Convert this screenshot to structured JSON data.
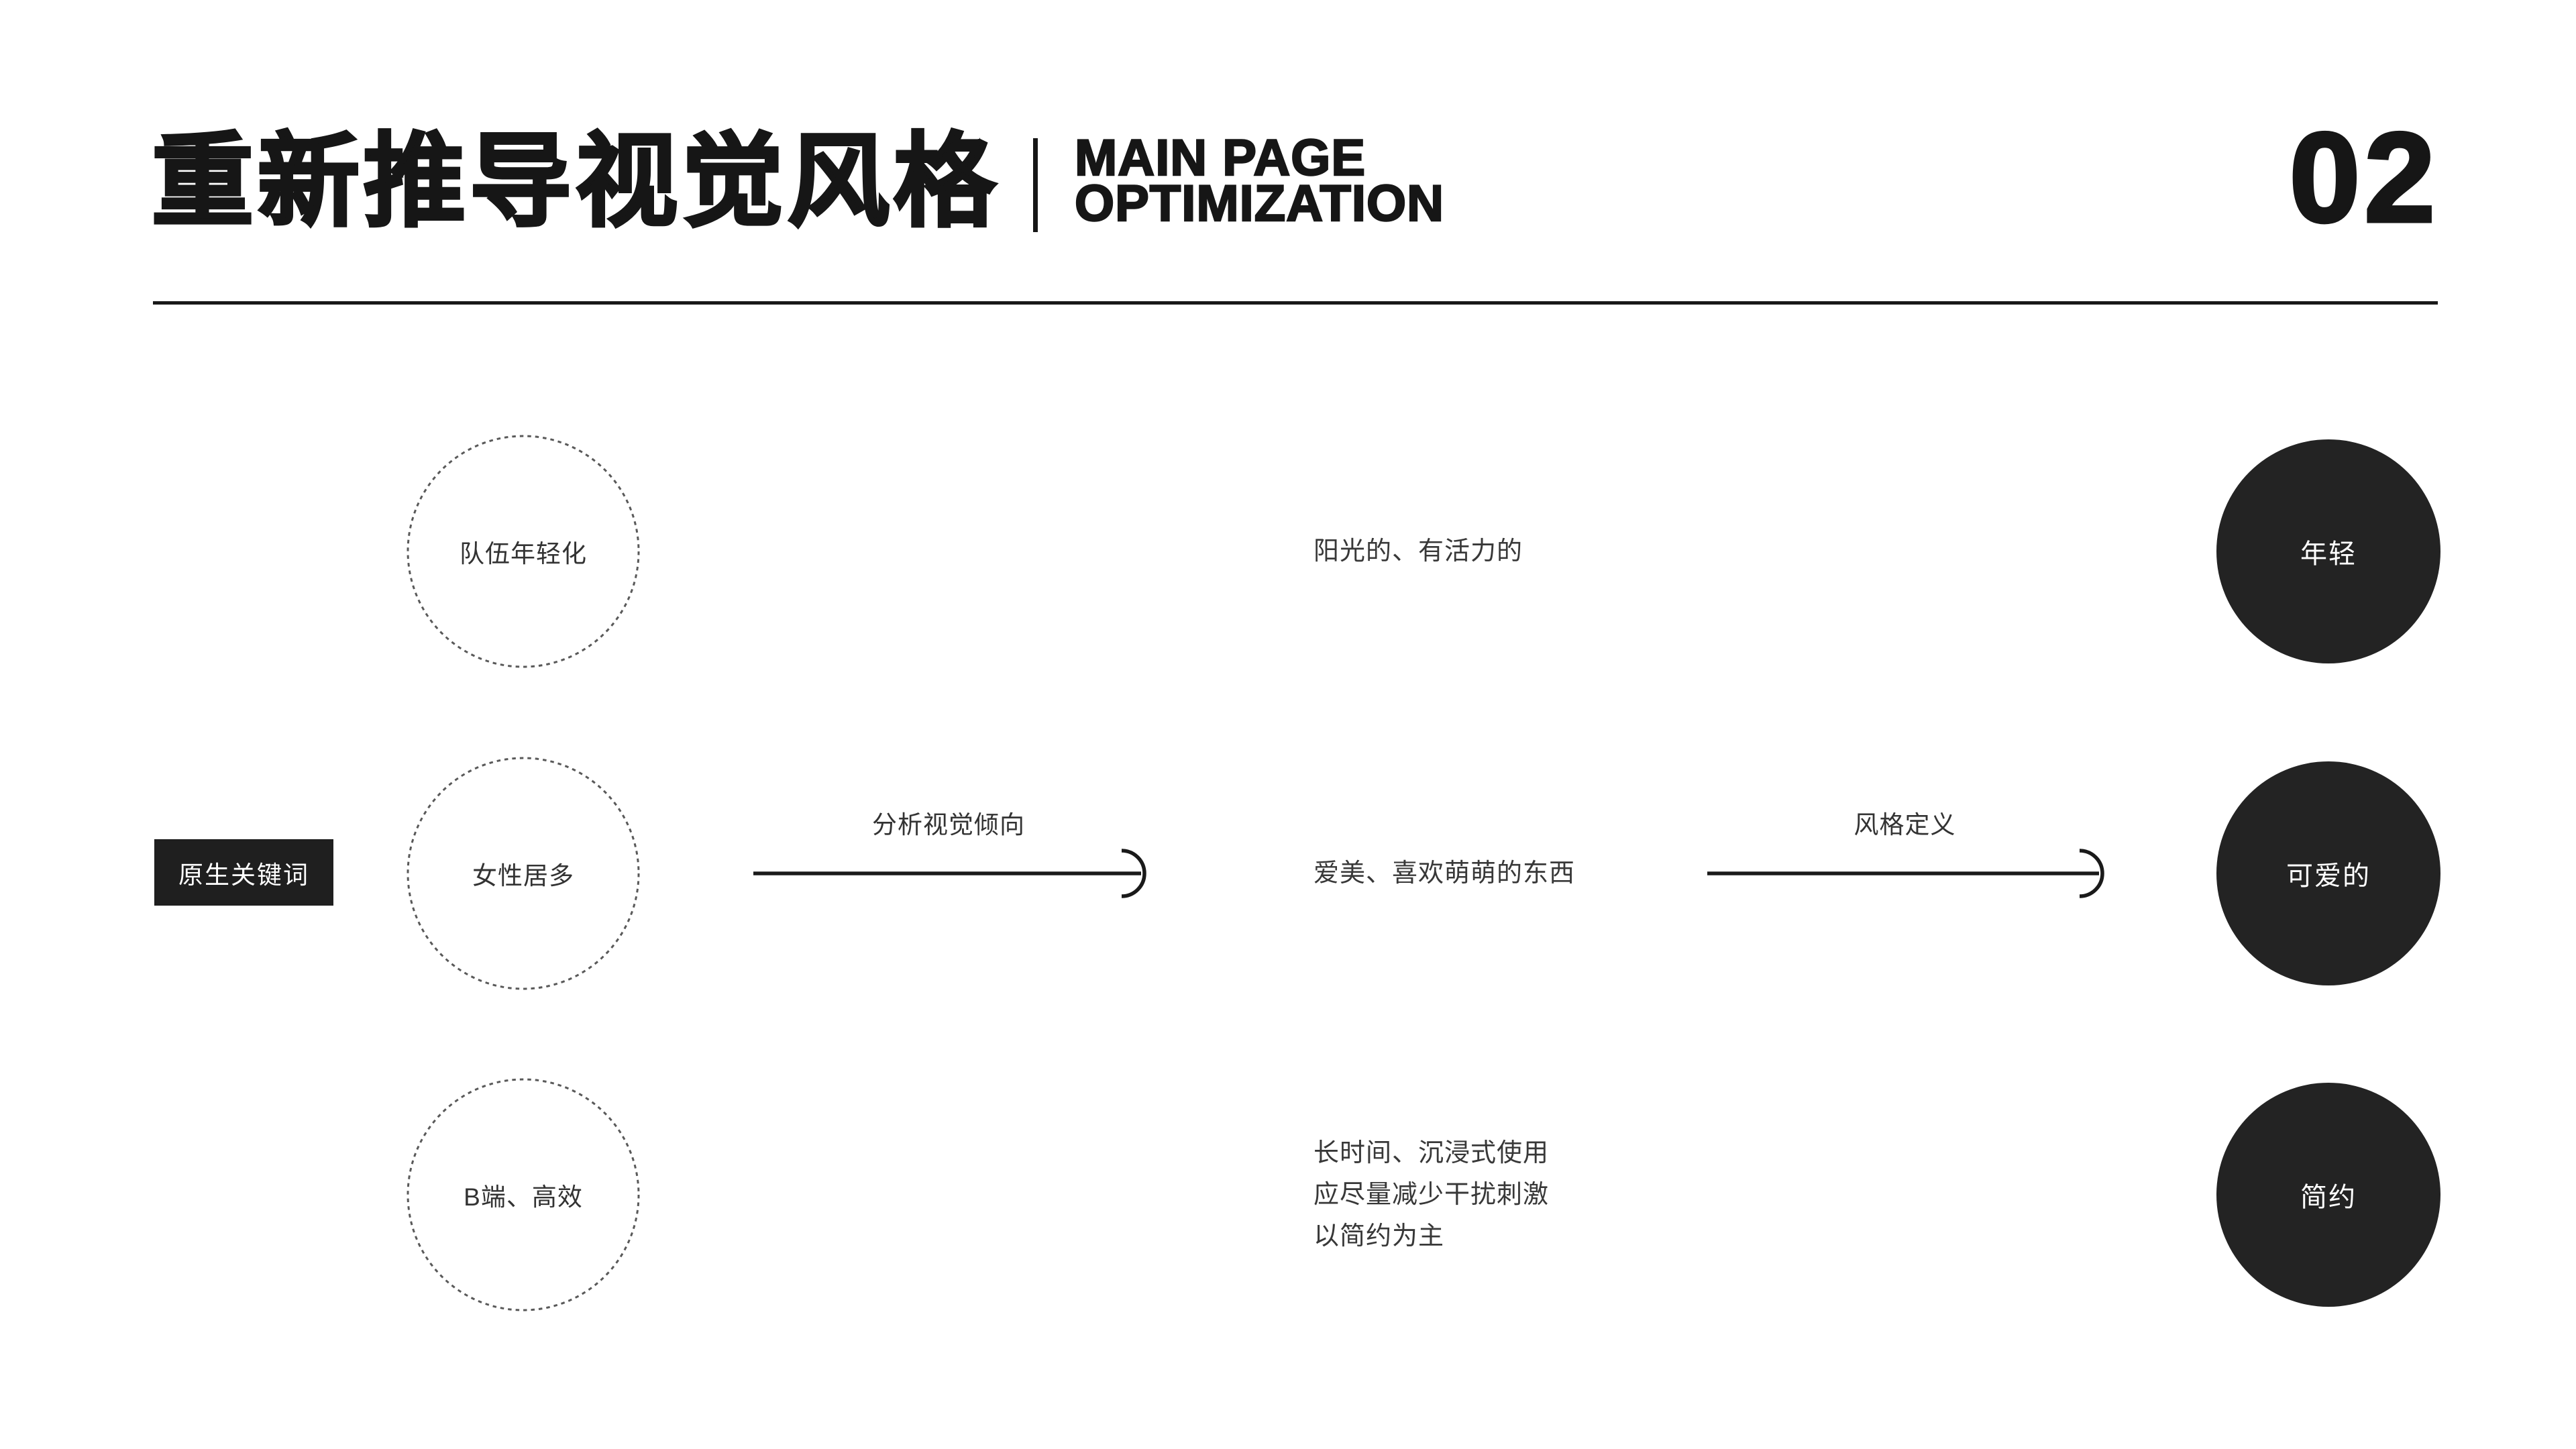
{
  "page": {
    "background": "#ffffff",
    "ink": "#161616",
    "dark_fill": "#232323",
    "gray_text": "#383838"
  },
  "header": {
    "title_cn": "重新推导视觉风格",
    "subtitle_line1": "MAIN PAGE",
    "subtitle_line2": "OPTIMIZATION",
    "page_number": "02"
  },
  "diagram": {
    "source_label": "原生关键词",
    "keyword_circles": [
      {
        "label": "队伍年轻化"
      },
      {
        "label": "女性居多"
      },
      {
        "label": "B端、高效"
      }
    ],
    "arrows": [
      {
        "label": "分析视觉倾向"
      },
      {
        "label": "风格定义"
      }
    ],
    "analysis_texts": [
      {
        "lines": [
          "阳光的、有活力的"
        ]
      },
      {
        "lines": [
          "爱美、喜欢萌萌的东西"
        ]
      },
      {
        "lines": [
          "长时间、沉浸式使用",
          "应尽量减少干扰刺激",
          "以简约为主"
        ]
      }
    ],
    "style_circles": [
      {
        "label": "年轻"
      },
      {
        "label": "可爱的"
      },
      {
        "label": "简约"
      }
    ]
  }
}
